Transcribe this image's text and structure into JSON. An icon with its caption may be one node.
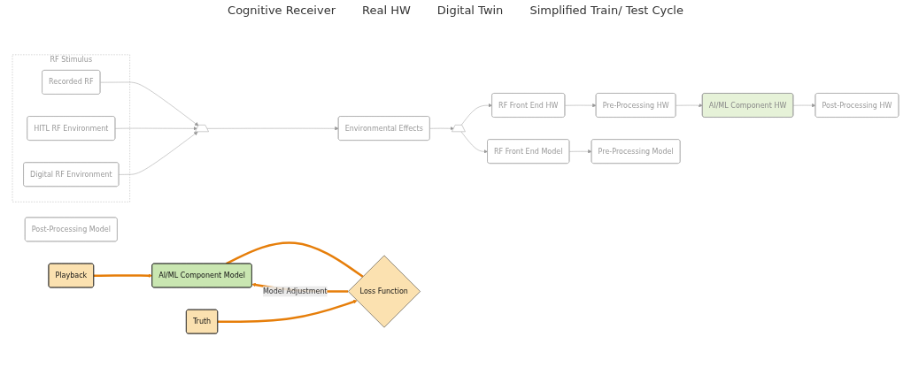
{
  "diagram": {
    "nodes": [
      {
        "text": [
          "RF Stimulus"
        ]
      },
      {
        "text": [
          "Recorded RF"
        ],
        "in": 0
      },
      {
        "text": [
          "HITL RF Environment"
        ],
        "in": 0
      },
      {
        "text": [
          "Digital RF Environment"
        ],
        "in": 0
      },
      {
        "text": [],
        "shape": "trapezoid"
      },
      {
        "text": [
          "Environmental Effects"
        ]
      },
      {
        "text": [],
        "shape": "trapezoid"
      },
      {
        "text": [
          "RF Front End HW"
        ]
      },
      {
        "text": [
          "Pre-Processing HW"
        ]
      },
      {
        "text": [
          "AI/ML Component HW"
        ]
      },
      {
        "text": [
          "Post-Processing HW"
        ]
      },
      {
        "text": [
          "RF Front End Model"
        ]
      },
      {
        "text": [
          "Pre-Processing Model"
        ]
      },
      {
        "text": [
          "AI/ML Component Model"
        ]
      },
      {
        "text": [
          "Post-Processing Model"
        ]
      },
      {
        "text": [
          "Playback"
        ]
      },
      {
        "text": [
          "Loss Function"
        ]
      },
      {
        "text": [
          "Truth"
        ]
      }
    ],
    "edges": [
      {
        "from": 1,
        "to": 4,
        "arrow": "to"
      },
      {
        "from": 2,
        "to": 4,
        "arrow": "to"
      },
      {
        "from": 3,
        "to": 4,
        "arrow": "to"
      },
      {
        "from": 4,
        "to": 5,
        "arrow": "to"
      },
      {
        "from": 5,
        "to": 6,
        "arrow": "to"
      },
      {
        "from": 6,
        "to": 7,
        "arrow": "to"
      },
      {
        "from": 6,
        "to": 11,
        "arrow": "to"
      },
      {
        "from": 7,
        "to": 8,
        "arrow": "to"
      },
      {
        "from": 8,
        "to": 9,
        "arrow": "to"
      },
      {
        "from": 9,
        "to": 10,
        "arrow": "to"
      },
      {
        "from": 11,
        "to": 12,
        "arrow": "to"
      },
      {
        "from": 15,
        "to": 13,
        "arrow": "to",
        "style": "thick",
        "color": "#e67e0a"
      },
      {
        "from": 13,
        "to": 16,
        "arrow": "none",
        "style": "thick",
        "color": "#e67e0a"
      },
      {
        "from": 16,
        "to": 13,
        "arrow": "to",
        "label": "Model Adjustment",
        "style": "thick",
        "color": "#e67e0a"
      },
      {
        "from": 17,
        "to": 16,
        "arrow": "to",
        "style": "thick",
        "color": "#e67e0a"
      }
    ],
    "labels": [
      "Cognitive Receiver",
      "Real HW",
      "Digital Twin",
      "Simplified Train/ Test Cycle"
    ]
  }
}
